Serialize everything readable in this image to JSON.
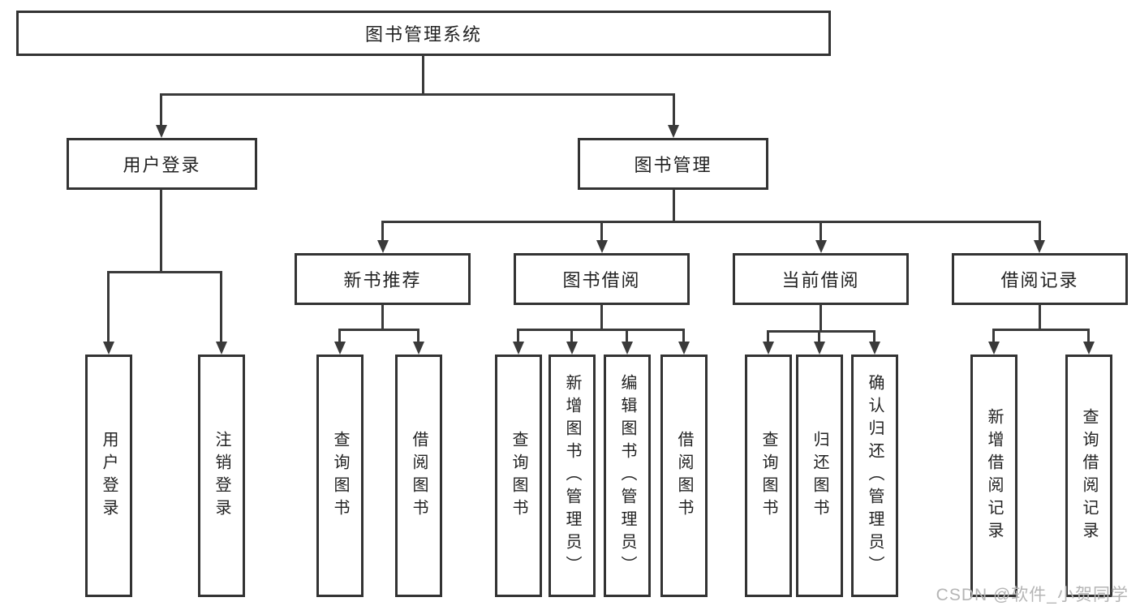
{
  "tree": {
    "root": "图书管理系统",
    "children": [
      {
        "label": "用户登录",
        "leaves": [
          "用户登录",
          "注销登录"
        ]
      },
      {
        "label": "图书管理",
        "children": [
          {
            "label": "新书推荐",
            "leaves": [
              "查询图书",
              "借阅图书"
            ]
          },
          {
            "label": "图书借阅",
            "leaves": [
              "查询图书",
              "新增图书（管理员）",
              "编辑图书（管理员）",
              "借阅图书"
            ]
          },
          {
            "label": "当前借阅",
            "leaves": [
              "查询图书",
              "归还图书",
              "确认归还（管理员）"
            ]
          },
          {
            "label": "借阅记录",
            "leaves": [
              "新增借阅记录",
              "查询借阅记录"
            ]
          }
        ]
      }
    ]
  },
  "watermark": {
    "text": "CSDN @软件_小贺同学"
  },
  "colors": {
    "line": "#3a3a3a",
    "box_border": "#333333",
    "text": "#222222",
    "watermark": "#b5b5b5",
    "background": "#ffffff"
  }
}
